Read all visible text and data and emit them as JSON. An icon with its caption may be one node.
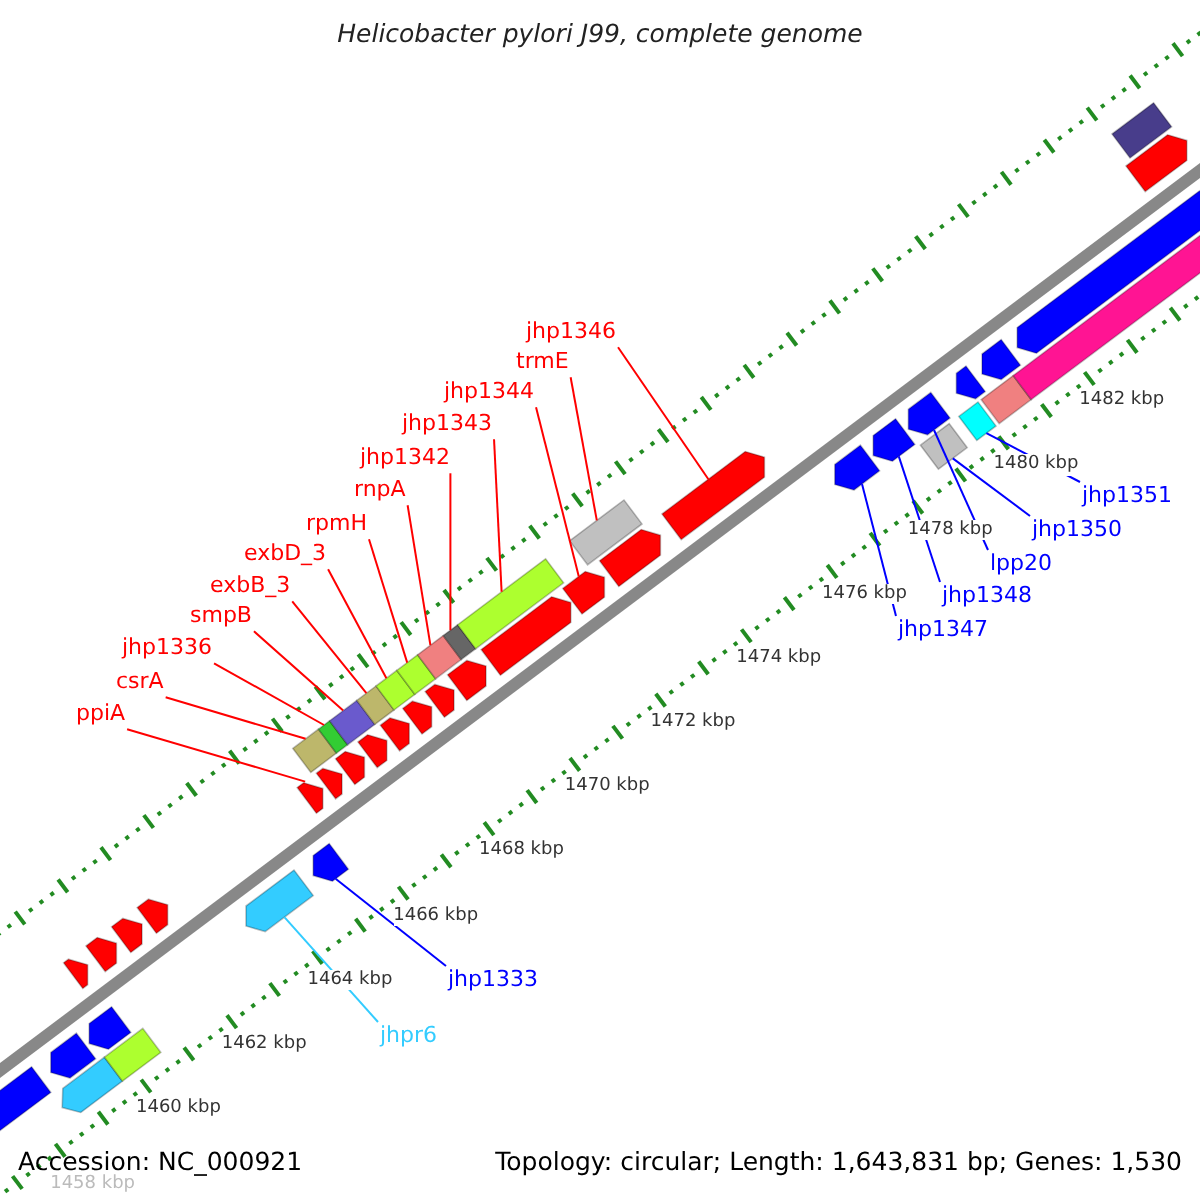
{
  "diagram": {
    "title": "Helicobacter pylori J99, complete genome",
    "nodes": [
      {
        "text": [
          "jhp1346"
        ]
      },
      {
        "text": [
          "trmE"
        ]
      },
      {
        "text": [
          "jhp1344"
        ]
      },
      {
        "text": [
          "jhp1343"
        ]
      },
      {
        "text": [
          "jhp1342"
        ]
      },
      {
        "text": [
          "rnpA"
        ]
      },
      {
        "text": [
          "rpmH"
        ]
      },
      {
        "text": [
          "exbD_3"
        ]
      },
      {
        "text": [
          "exbB_3"
        ]
      },
      {
        "text": [
          "smpB"
        ]
      },
      {
        "text": [
          "jhp1336"
        ]
      },
      {
        "text": [
          "csrA"
        ]
      },
      {
        "text": [
          "ppiA"
        ]
      },
      {
        "text": [
          "jhp1351"
        ]
      },
      {
        "text": [
          "jhp1350"
        ]
      },
      {
        "text": [
          "lpp20"
        ]
      },
      {
        "text": [
          "jhp1348"
        ]
      },
      {
        "text": [
          "jhp1347"
        ]
      },
      {
        "text": [
          "jhp1333"
        ]
      },
      {
        "text": [
          "jhpr6"
        ]
      },
      {
        "text": [],
        "shape": "arrow"
      },
      {
        "text": [],
        "shape": "arrow"
      },
      {
        "text": [],
        "shape": "arrow"
      },
      {
        "text": [],
        "shape": "box"
      },
      {
        "text": [],
        "shape": "box"
      },
      {
        "text": [],
        "shape": "box"
      },
      {
        "text": [],
        "shape": "box"
      },
      {
        "text": [],
        "shape": "box"
      },
      {
        "text": [],
        "shape": "box"
      },
      {
        "text": [],
        "shape": "box"
      },
      {
        "text": [],
        "shape": "box"
      },
      {
        "text": [],
        "shape": "box"
      },
      {
        "text": [],
        "shape": "arrow"
      },
      {
        "text": [],
        "shape": "box"
      },
      {
        "text": [],
        "shape": "arrow"
      },
      {
        "text": [],
        "shape": "arrow"
      },
      {
        "text": [],
        "shape": "arrow"
      },
      {
        "text": [],
        "shape": "arrow"
      },
      {
        "text": [],
        "shape": "box"
      },
      {
        "text": [],
        "shape": "box"
      },
      {
        "text": [],
        "shape": "arrow"
      },
      {
        "text": [],
        "shape": "arrow"
      },
      {
        "text": [],
        "shape": "arrow"
      },
      {
        "text": [],
        "shape": "arrow"
      },
      {
        "text": [],
        "shape": "arrow"
      },
      {
        "text": [],
        "shape": "arrow"
      },
      {
        "text": [],
        "shape": "arrow"
      },
      {
        "text": [],
        "shape": "arrow"
      },
      {
        "text": [],
        "shape": "arrow"
      },
      {
        "text": [],
        "shape": "arrow"
      },
      {
        "text": [],
        "shape": "arrow"
      },
      {
        "text": [],
        "shape": "arrow"
      },
      {
        "text": [],
        "shape": "arrow"
      },
      {
        "text": [],
        "shape": "arrow"
      },
      {
        "text": [],
        "shape": "box"
      },
      {
        "text": [],
        "shape": "arrow"
      },
      {
        "text": [],
        "shape": "arrow"
      },
      {
        "text": [],
        "shape": "arrow"
      },
      {
        "text": [],
        "shape": "arrow"
      },
      {
        "text": [],
        "shape": "box"
      },
      {
        "text": [],
        "shape": "arrow"
      },
      {
        "text": [],
        "shape": "arrow"
      },
      {
        "text": [],
        "shape": "arrow"
      },
      {
        "text": [],
        "shape": "box"
      },
      {
        "text": [],
        "shape": "box"
      }
    ],
    "edges": [
      {
        "from": 0,
        "to": 34,
        "arrow": "none"
      },
      {
        "from": 1,
        "to": 33,
        "arrow": "none"
      },
      {
        "from": 2,
        "to": 32,
        "arrow": "none"
      },
      {
        "from": 3,
        "to": 31,
        "arrow": "none"
      },
      {
        "from": 4,
        "to": 30,
        "arrow": "none"
      },
      {
        "from": 5,
        "to": 29,
        "arrow": "none"
      },
      {
        "from": 6,
        "to": 28,
        "arrow": "none"
      },
      {
        "from": 7,
        "to": 27,
        "arrow": "none"
      },
      {
        "from": 8,
        "to": 26,
        "arrow": "none"
      },
      {
        "from": 9,
        "to": 25,
        "arrow": "none"
      },
      {
        "from": 10,
        "to": 24,
        "arrow": "none"
      },
      {
        "from": 11,
        "to": 23,
        "arrow": "none"
      },
      {
        "from": 12,
        "to": 22,
        "arrow": "none"
      },
      {
        "from": 13,
        "to": 39,
        "arrow": "none",
        "color": "#0000ff"
      },
      {
        "from": 14,
        "to": 38,
        "arrow": "none",
        "color": "#0000ff"
      },
      {
        "from": 15,
        "to": 37,
        "arrow": "none",
        "color": "#0000ff"
      },
      {
        "from": 16,
        "to": 36,
        "arrow": "none",
        "color": "#0000ff"
      },
      {
        "from": 17,
        "to": 35,
        "arrow": "none",
        "color": "#0000ff"
      },
      {
        "from": 18,
        "to": 21,
        "arrow": "none",
        "color": "#0000ff"
      },
      {
        "from": 19,
        "to": 20,
        "arrow": "none",
        "color": "#33ccff"
      }
    ],
    "labels": [
      "1458 kbp",
      "1460 kbp",
      "1462 kbp",
      "1464 kbp",
      "1466 kbp",
      "1468 kbp",
      "1470 kbp",
      "1472 kbp",
      "1474 kbp",
      "1476 kbp",
      "1478 kbp",
      "1480 kbp",
      "1482 kbp",
      "Accession: NC_000921",
      "Topology: circular; Length: 1,643,831 bp; Genes: 1,530"
    ]
  }
}
